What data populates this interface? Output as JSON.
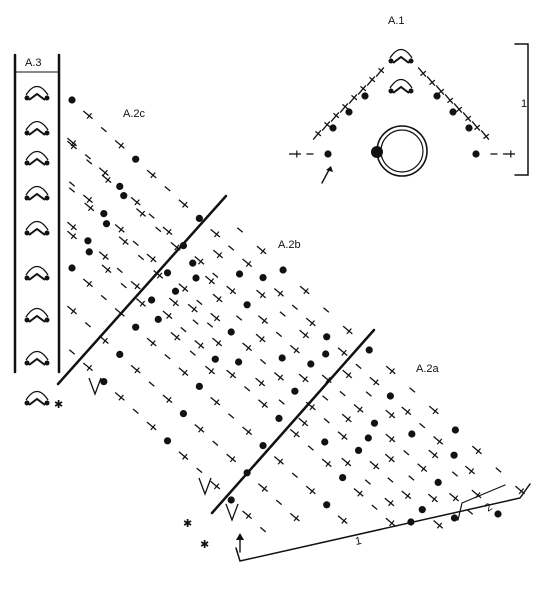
{
  "diagram": {
    "charts": [
      {
        "id": "A.1",
        "label": "A.1"
      },
      {
        "id": "A.2a",
        "label": "A.2a"
      },
      {
        "id": "A.2b",
        "label": "A.2b"
      },
      {
        "id": "A.2c",
        "label": "A.2c"
      },
      {
        "id": "A.3",
        "label": "A.3"
      }
    ],
    "row_brackets": [
      {
        "chart": "A.1",
        "label": "1"
      },
      {
        "chart": "A.2a",
        "label": "1"
      },
      {
        "chart": "A.2a",
        "label": "2"
      }
    ],
    "symbols": {
      "stitch": "tall-cross",
      "bead": "filled-dot",
      "dash": "short-dash",
      "arch": "chain-arch",
      "ring": "magic-ring",
      "star": "star",
      "arrow": "start-arrow"
    },
    "ink_color": "#111111"
  }
}
